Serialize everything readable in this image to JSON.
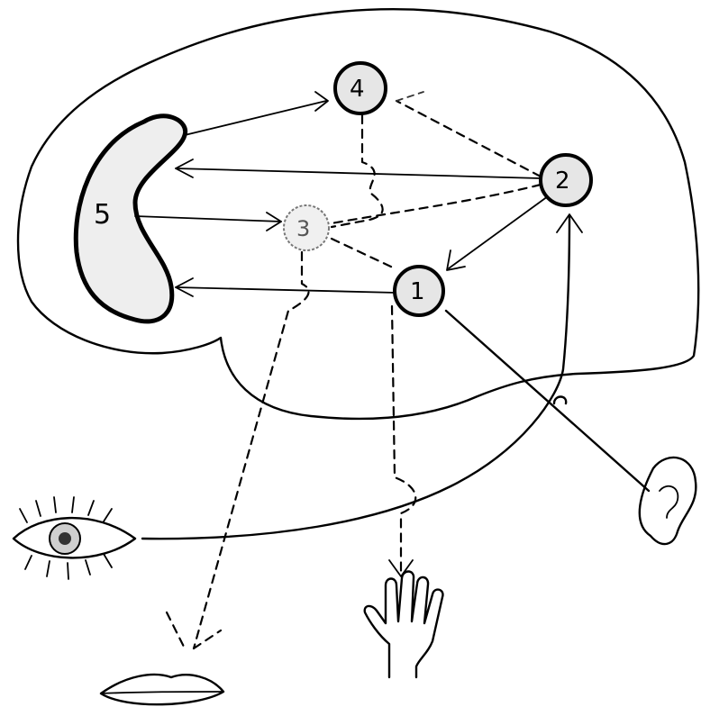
{
  "diagram": {
    "nodes": [
      {
        "id": "1",
        "label": "1"
      },
      {
        "id": "2",
        "label": "2"
      },
      {
        "id": "3",
        "label": "3"
      },
      {
        "id": "4",
        "label": "4"
      },
      {
        "id": "5",
        "label": "5"
      }
    ],
    "sensory_inputs": [
      "eye-icon",
      "ear-icon"
    ],
    "motor_outputs": [
      "lips-icon",
      "hand-icon"
    ]
  }
}
